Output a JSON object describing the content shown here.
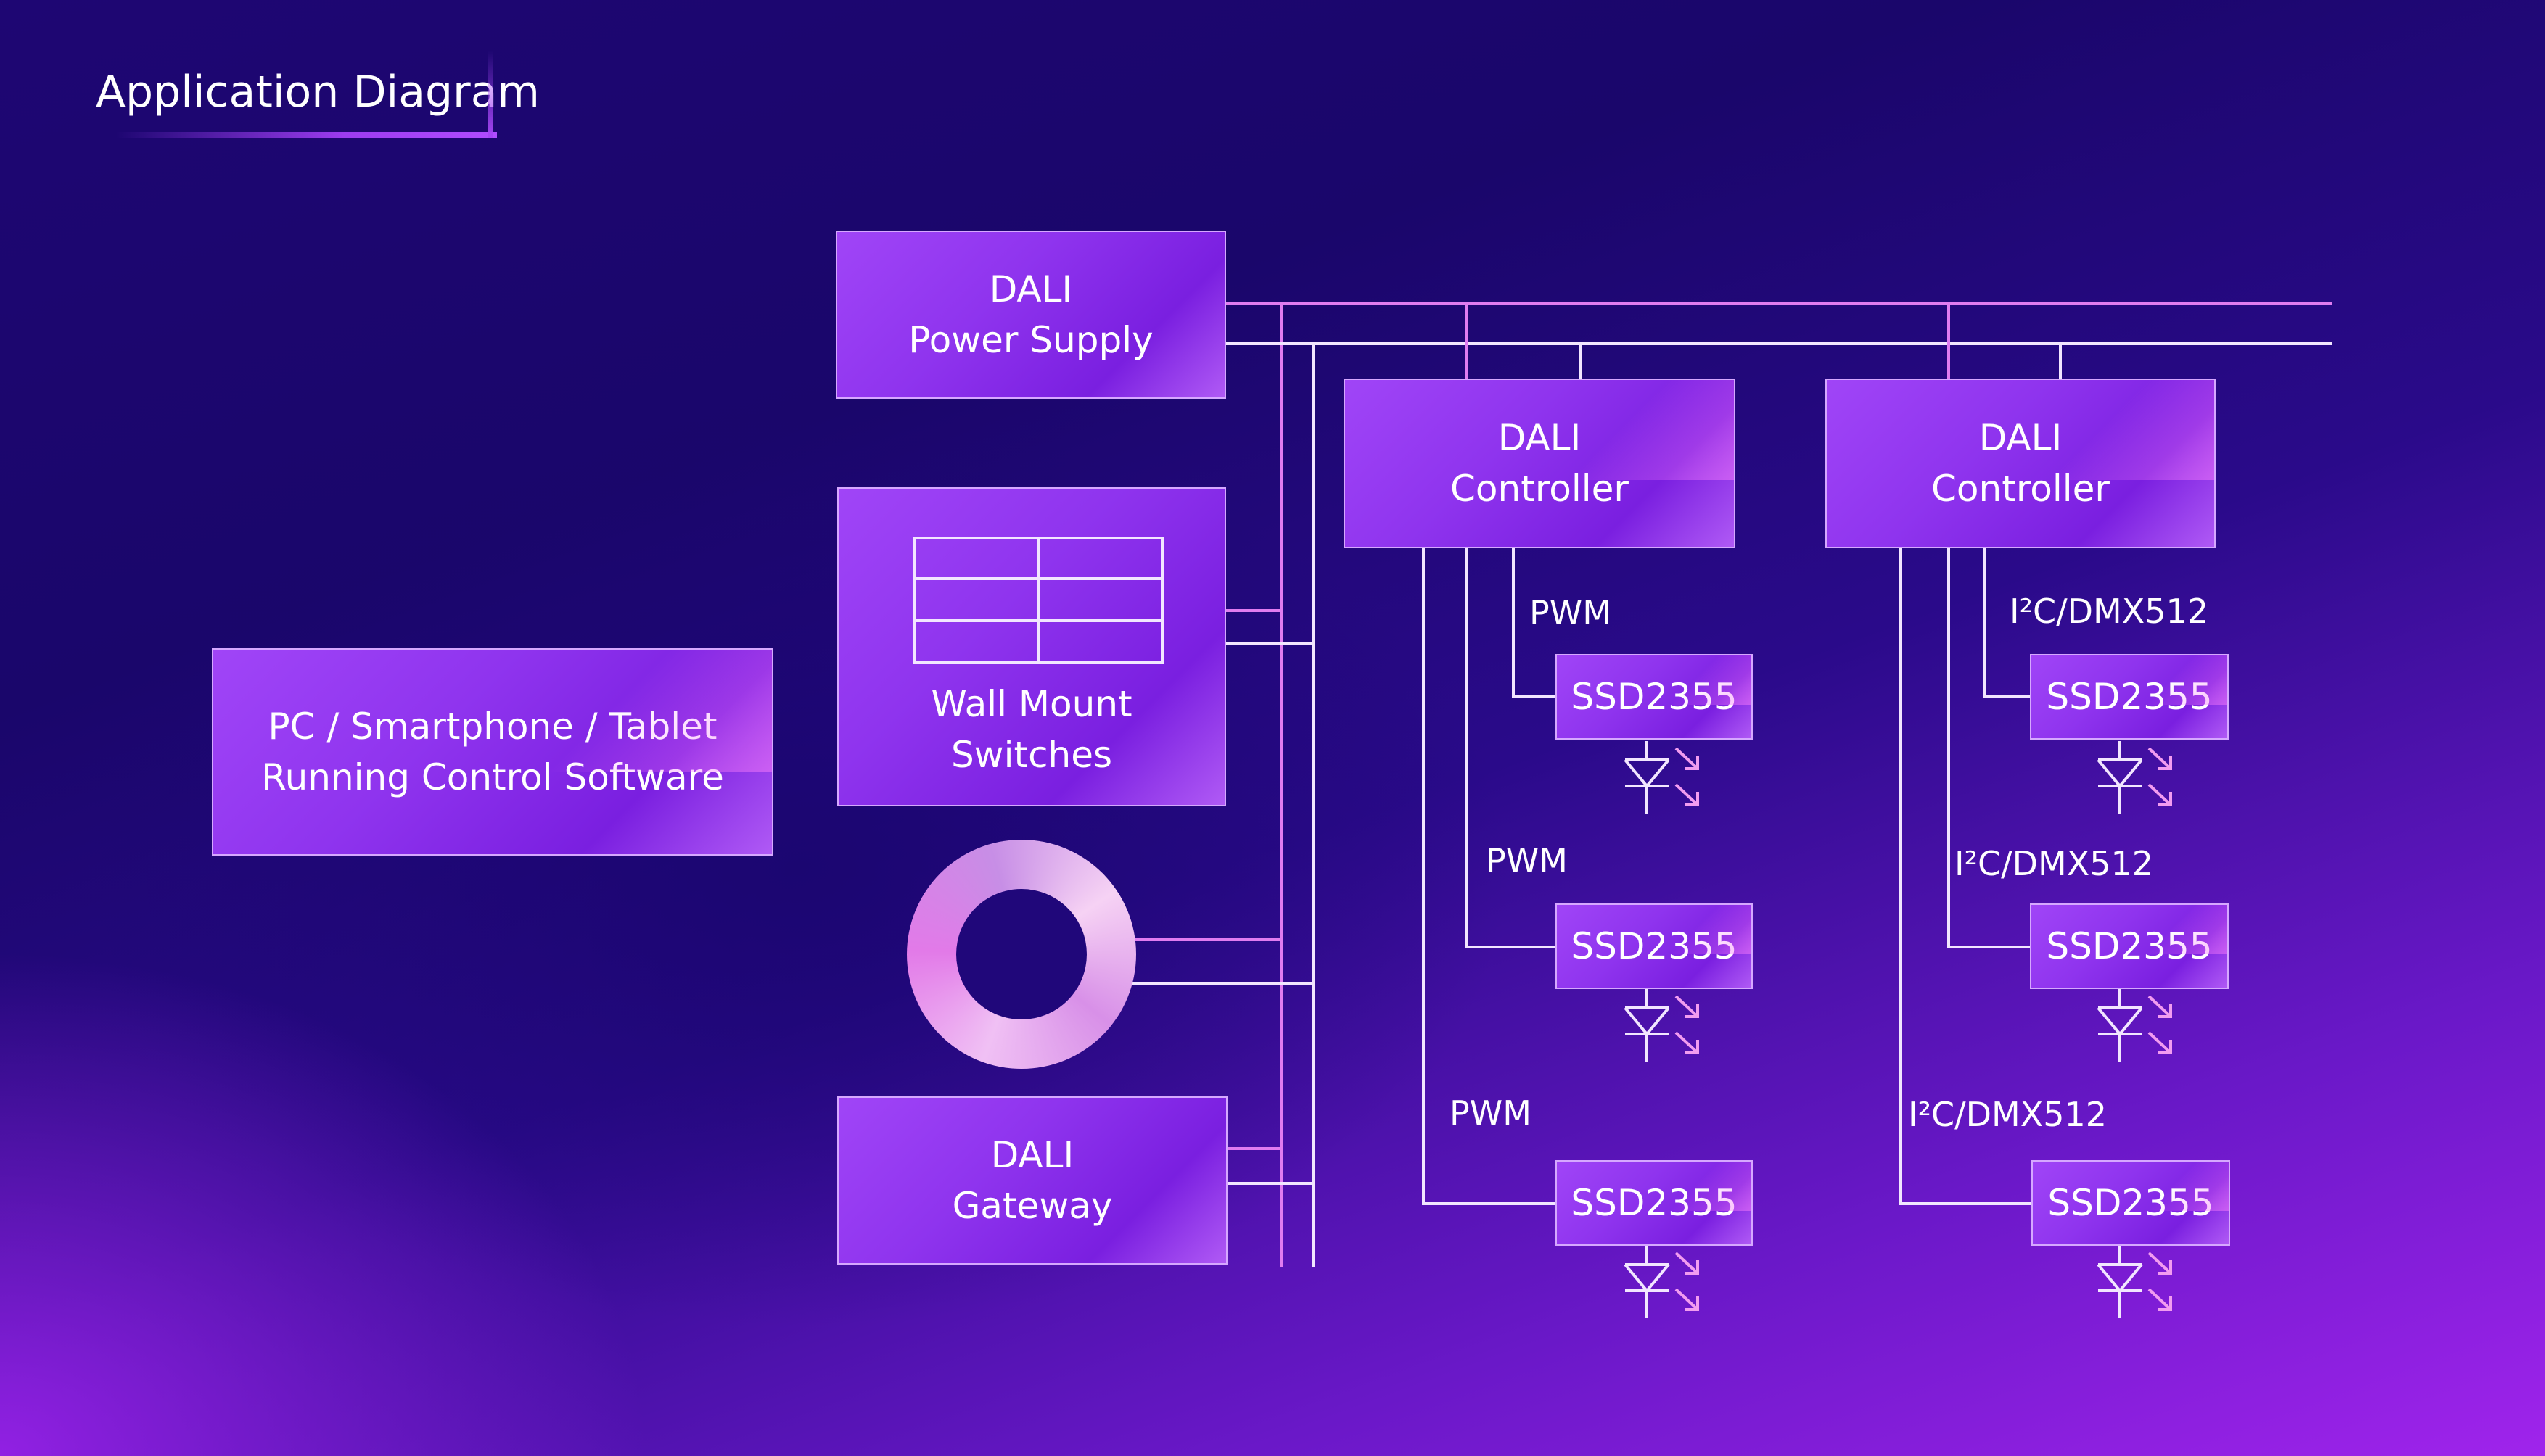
{
  "title": "Application Diagram",
  "boxes": {
    "dali_power_supply": {
      "line1": "DALI",
      "line2": "Power Supply"
    },
    "wall_mount_switches": {
      "line1": "Wall Mount",
      "line2": "Switches"
    },
    "dali_gateway": {
      "line1": "DALI",
      "line2": "Gateway"
    },
    "pc_software": {
      "line1": "PC / Smartphone / Tablet",
      "line2": "Running Control Software"
    },
    "dali_controller_1": {
      "line1": "DALI",
      "line2": "Controller"
    },
    "dali_controller_2": {
      "line1": "DALI",
      "line2": "Controller"
    }
  },
  "chips": {
    "left": [
      "SSD2355",
      "SSD2355",
      "SSD2355"
    ],
    "right": [
      "SSD2355",
      "SSD2355",
      "SSD2355"
    ]
  },
  "link_labels": {
    "left": [
      "PWM",
      "PWM",
      "PWM"
    ],
    "right": [
      "I²C/DMX512",
      "I²C/DMX512",
      "I²C/DMX512"
    ]
  },
  "icons": {
    "led": "led-diode-icon",
    "sensor": "ring-sensor-icon",
    "switch_panel": "switch-grid-icon"
  },
  "colors": {
    "bus_magenta": "#e07cf0",
    "bus_white": "#f2e6ff",
    "box_border": "#d6a8ff",
    "led_arrow": "#f29cf0"
  }
}
